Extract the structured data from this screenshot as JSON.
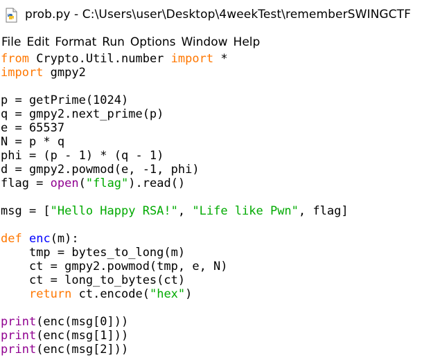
{
  "window": {
    "title": "prob.py - C:\\Users\\user\\Desktop\\4weekTest\\rememberSWINGCTF"
  },
  "menu": [
    "File",
    "Edit",
    "Format",
    "Run",
    "Options",
    "Window",
    "Help"
  ],
  "icons": {
    "app": "python-file-icon"
  },
  "colors": {
    "keyword": "#ff7700",
    "builtin": "#900090",
    "string": "#00aa00",
    "definition": "#0000ff",
    "text": "#000000"
  },
  "code_lines": [
    [
      {
        "t": "kw",
        "v": "from"
      },
      {
        "t": "n",
        "v": " Crypto.Util.number "
      },
      {
        "t": "kw",
        "v": "import"
      },
      {
        "t": "n",
        "v": " *"
      }
    ],
    [
      {
        "t": "kw",
        "v": "import"
      },
      {
        "t": "n",
        "v": " gmpy2"
      }
    ],
    [],
    [
      {
        "t": "n",
        "v": "p = getPrime(1024)"
      }
    ],
    [
      {
        "t": "n",
        "v": "q = gmpy2.next_prime(p)"
      }
    ],
    [
      {
        "t": "n",
        "v": "e = 65537"
      }
    ],
    [
      {
        "t": "n",
        "v": "N = p * q"
      }
    ],
    [
      {
        "t": "n",
        "v": "phi = (p - 1) * (q - 1)"
      }
    ],
    [
      {
        "t": "n",
        "v": "d = gmpy2.powmod(e, -1, phi)"
      }
    ],
    [
      {
        "t": "n",
        "v": "flag = "
      },
      {
        "t": "bi",
        "v": "open"
      },
      {
        "t": "n",
        "v": "("
      },
      {
        "t": "st",
        "v": "\"flag\""
      },
      {
        "t": "n",
        "v": ").read()"
      }
    ],
    [],
    [
      {
        "t": "n",
        "v": "msg = ["
      },
      {
        "t": "st",
        "v": "\"Hello Happy RSA!\""
      },
      {
        "t": "n",
        "v": ", "
      },
      {
        "t": "st",
        "v": "\"Life like Pwn\""
      },
      {
        "t": "n",
        "v": ", flag]"
      }
    ],
    [],
    [
      {
        "t": "kw",
        "v": "def"
      },
      {
        "t": "n",
        "v": " "
      },
      {
        "t": "df",
        "v": "enc"
      },
      {
        "t": "n",
        "v": "(m):"
      }
    ],
    [
      {
        "t": "n",
        "v": "    tmp = bytes_to_long(m)"
      }
    ],
    [
      {
        "t": "n",
        "v": "    ct = gmpy2.powmod(tmp, e, N)"
      }
    ],
    [
      {
        "t": "n",
        "v": "    ct = long_to_bytes(ct)"
      }
    ],
    [
      {
        "t": "n",
        "v": "    "
      },
      {
        "t": "kw",
        "v": "return"
      },
      {
        "t": "n",
        "v": " ct.encode("
      },
      {
        "t": "st",
        "v": "\"hex\""
      },
      {
        "t": "n",
        "v": ")"
      }
    ],
    [],
    [
      {
        "t": "bi",
        "v": "print"
      },
      {
        "t": "n",
        "v": "(enc(msg[0]))"
      }
    ],
    [
      {
        "t": "bi",
        "v": "print"
      },
      {
        "t": "n",
        "v": "(enc(msg[1]))"
      }
    ],
    [
      {
        "t": "bi",
        "v": "print"
      },
      {
        "t": "n",
        "v": "(enc(msg[2]))"
      }
    ]
  ]
}
